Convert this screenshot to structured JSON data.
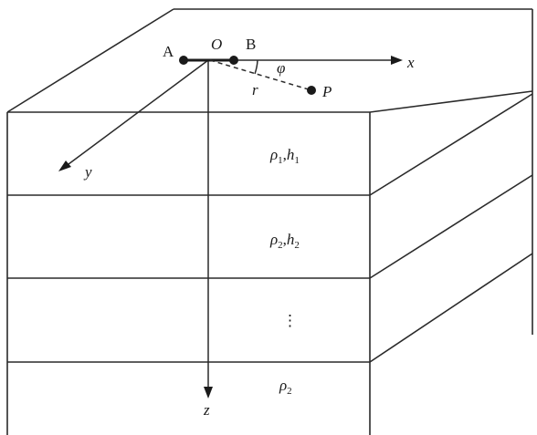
{
  "points": {
    "a": "A",
    "o": "O",
    "b": "B",
    "p": "P"
  },
  "axes": {
    "x": "x",
    "y": "y",
    "z": "z"
  },
  "polar": {
    "angle": "φ",
    "radius": "r"
  },
  "layers": [
    {
      "rho": "ρ",
      "rho_sub": "1",
      "sep": ",",
      "h": "h",
      "h_sub": "1"
    },
    {
      "rho": "ρ",
      "rho_sub": "2",
      "sep": ",",
      "h": "h",
      "h_sub": "2"
    },
    {
      "ellipsis": "⋮"
    },
    {
      "rho": "ρ",
      "rho_sub": "2"
    }
  ]
}
